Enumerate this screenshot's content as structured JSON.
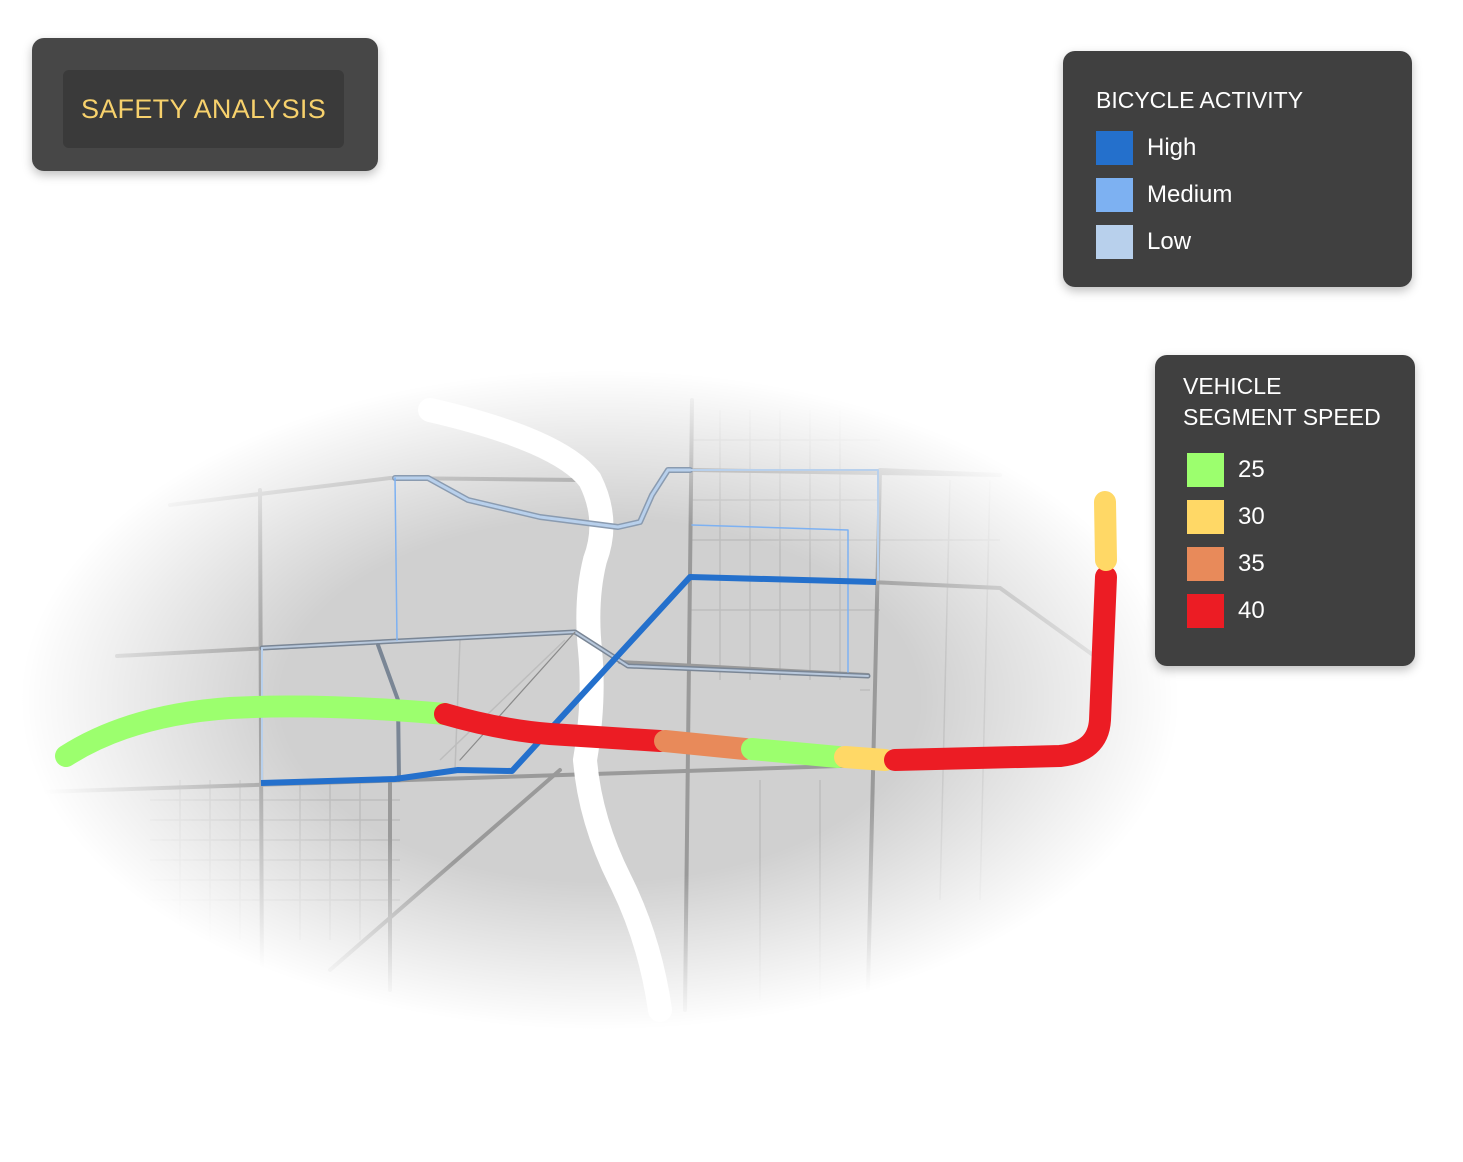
{
  "title": {
    "text": "SAFETY ANALYSIS",
    "color": "#f7d16c"
  },
  "bicycle_legend": {
    "title": "BICYCLE ACTIVITY",
    "items": [
      {
        "label": "High",
        "color": "#2470cc"
      },
      {
        "label": "Medium",
        "color": "#7db1f2"
      },
      {
        "label": "Low",
        "color": "#b8d0ec"
      }
    ]
  },
  "speed_legend": {
    "title_line1": "VEHICLE",
    "title_line2": "SEGMENT SPEED",
    "items": [
      {
        "label": "25",
        "color": "#9cff6e"
      },
      {
        "label": "30",
        "color": "#ffd866"
      },
      {
        "label": "35",
        "color": "#e88a5a"
      },
      {
        "label": "40",
        "color": "#ec1c24"
      }
    ]
  },
  "map": {
    "background_color": "#d4d4d4",
    "river_color": "#ffffff",
    "street_color": "#9a9a9a"
  }
}
